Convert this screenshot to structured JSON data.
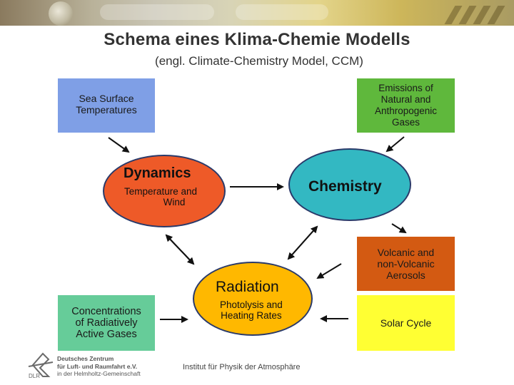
{
  "header": {
    "title": "Schema eines Klima-Chemie Modells",
    "subtitle": "(engl. Climate-Chemistry Model, CCM)"
  },
  "colors": {
    "sst_box": "#7f9fe6",
    "emissions_box": "#5fb83c",
    "volcanic_box": "#d35a12",
    "solar_box": "#ffff33",
    "concentrations_box": "#66cc99",
    "dynamics_oval": "#ee5a28",
    "chemistry_oval": "#33b8c2",
    "radiation_oval": "#ffb800"
  },
  "boxes": {
    "sst": [
      "Sea Surface",
      "Temperatures"
    ],
    "emissions": [
      "Emissions of",
      "Natural and",
      "Anthropogenic",
      "Gases"
    ],
    "volcanic": [
      "Volcanic and",
      "non-Volcanic",
      "Aerosols"
    ],
    "solar": [
      "Solar Cycle"
    ],
    "concentrations": [
      "Concentrations",
      "of Radiatively",
      "Active Gases"
    ]
  },
  "ovals": {
    "dynamics": {
      "title": "Dynamics",
      "sub": [
        "Temperature and",
        "Wind"
      ]
    },
    "chemistry": {
      "title": "Chemistry"
    },
    "radiation": {
      "title": "Radiation",
      "sub": [
        "Photolysis and",
        "Heating Rates"
      ]
    }
  },
  "footer": {
    "institute": "Institut für Physik der Atmosphäre",
    "logo_abbr": "DLR",
    "logo_lines": [
      "Deutsches Zentrum",
      "für Luft- und Raumfahrt e.V.",
      "in der Helmholtz-Gemeinschaft"
    ]
  }
}
